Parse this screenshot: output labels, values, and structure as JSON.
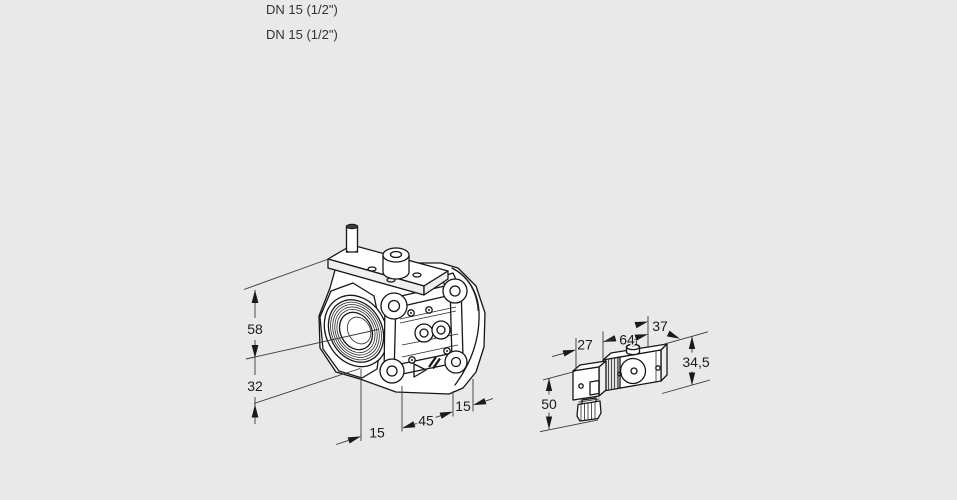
{
  "page": {
    "background": "#e9e9e9",
    "line_color": "#161616",
    "dim_text_color": "#1c1c1c"
  },
  "header": {
    "line1": "DN 15 (1/2\")",
    "line2": "DN 15 (1/2\")"
  },
  "main_view": {
    "label": "valve-body-isometric-view",
    "dims": {
      "upper_height": "58",
      "lower_height": "32",
      "left_offset": "15",
      "body_width": "45",
      "right_offset": "15"
    }
  },
  "side_view": {
    "label": "solenoid-actuator-view",
    "dims": {
      "connector_width": "27",
      "body_length": "64",
      "end_width": "37",
      "body_height": "34,5",
      "connector_height": "50"
    }
  }
}
